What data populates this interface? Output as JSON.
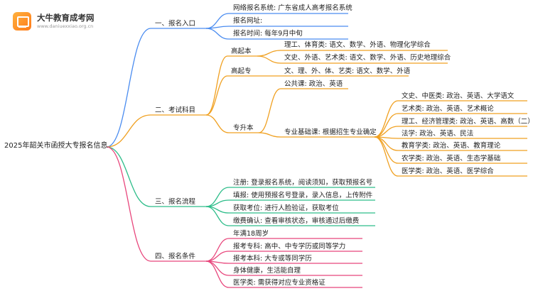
{
  "logo": {
    "title": "大牛教育成考网",
    "url": "www.daniuexxiao.org.cn"
  },
  "colors": {
    "blue": "#4a8cf0",
    "orange": "#f0a020",
    "green": "#2ebd8a",
    "pink": "#e8467c"
  },
  "mindmap": {
    "root": "2025年韶关市函授大专报名信息",
    "branches": [
      {
        "label": "一、报名入口",
        "items": [
          "网络报名系统: 广东省成人高考报名系统",
          "报名网址:",
          "报名时间: 每年9月中旬"
        ]
      },
      {
        "label": "二、考试科目",
        "gqb": {
          "label": "高起本",
          "items": [
            "理工、体育类: 语文、数学、外语、物理化学综合",
            "文史、外语、艺术类: 语文、数学、外语、历史地理综合"
          ]
        },
        "gqz": {
          "label": "高起专",
          "item": "文、理、外、体、艺类: 语文、数学、外语"
        },
        "zsb": {
          "label": "专升本",
          "public": "公共课: 政治、英语",
          "major": "专业基础课: 根据招生专业确定",
          "subjects": [
            "文史、中医类: 政治、英语、大学语文",
            "艺术类: 政治、英语、艺术概论",
            "理工、经济管理类: 政治、英语、高数（二）",
            "法学: 政治、英语、民法",
            "教育学类: 政治、英语、教育理论",
            "农学类: 政治、英语、生态学基础",
            "医学类: 政治、英语、医学综合"
          ]
        }
      },
      {
        "label": "三、报名流程",
        "items": [
          "注册: 登录报名系统，阅读须知，获取预报名号",
          "填报: 使用预报名号登录，录入信息，上传附件",
          "获取考位: 进行人脸验证，获取考位",
          "缴费确认: 查看审核状态，审核通过后缴费"
        ]
      },
      {
        "label": "四、报名条件",
        "items": [
          "年满18周岁",
          "报考专科: 高中、中专学历或同等学力",
          "报考本科: 大专或等同学历",
          "身体健康，生活能自理",
          "医学类: 需获得对应专业资格证"
        ]
      }
    ]
  }
}
